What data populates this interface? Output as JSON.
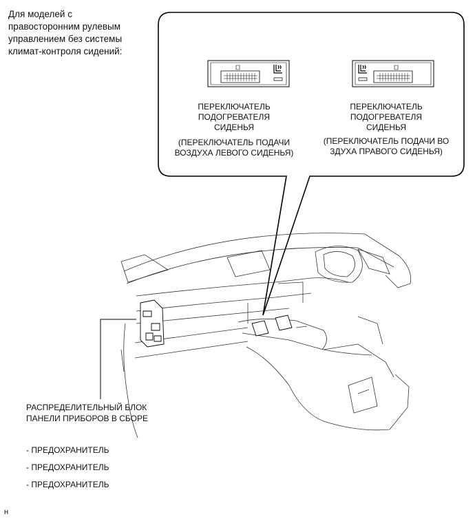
{
  "heading": {
    "line1": "Для моделей с",
    "line2": "правосторонним рулевым",
    "line3": "управлением без системы",
    "line4": "климат-контроля сидений:"
  },
  "left_switch": {
    "line1": "ПЕРЕКЛЮЧАТЕЛЬ",
    "line2": "ПОДОГРЕВАТЕЛЯ",
    "line3": "СИДЕНЬЯ",
    "line4": "(ПЕРЕКЛЮЧАТЕЛЬ ПОДАЧИ",
    "line5": "ВОЗДУХА ЛЕВОГО СИДЕНЬЯ)"
  },
  "right_switch": {
    "line1": "ПЕРЕКЛЮЧАТЕЛЬ",
    "line2": "ПОДОГРЕВАТЕЛЯ",
    "line3": "СИДЕНЬЯ",
    "line4": "(ПЕРЕКЛЮЧАТЕЛЬ ПОДАЧИ ВО",
    "line5": "ЗДУХА ПРАВОГО СИДЕНЬЯ)"
  },
  "junction_block": {
    "line1": "РАСПРЕДЕЛИТЕЛЬНЫЙ БЛОК",
    "line2": "ПАНЕЛИ ПРИБОРОВ В СБОРЕ"
  },
  "fuses": [
    "- ПРЕДОХРАНИТЕЛЬ",
    "- ПРЕДОХРАНИТЕЛЬ",
    "- ПРЕДОХРАНИТЕЛЬ"
  ],
  "footer_mark": "н"
}
